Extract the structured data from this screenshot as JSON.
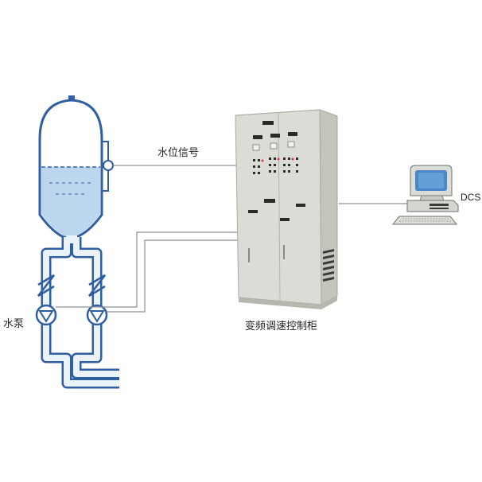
{
  "labels": {
    "water_level_signal": "水位信号",
    "water_pump": "水泵",
    "vfd_cabinet": "变频调速控制柜",
    "dcs": "DCS"
  },
  "colors": {
    "pipe": "#2f5fa0",
    "pipe_fill": "#eaf2fb",
    "water": "#bcd6ee",
    "cabinet_front": "#dcdcd6",
    "cabinet_side": "#c4c4bc",
    "cabinet_top": "#e9e9e3",
    "signal_line": "#8a8f98"
  }
}
